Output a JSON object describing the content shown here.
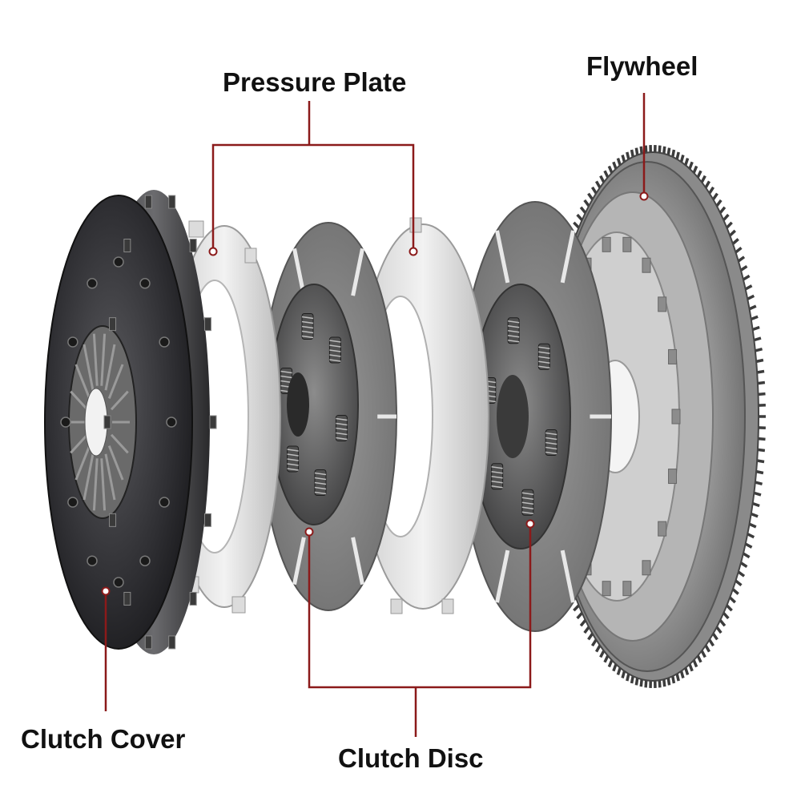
{
  "labels": {
    "pressure_plate": "Pressure Plate",
    "flywheel": "Flywheel",
    "clutch_cover": "Clutch Cover",
    "clutch_disc": "Clutch Disc"
  },
  "colors": {
    "leader_line": "#8b1a1a",
    "label_text": "#111111",
    "metal_dark": "#2e2e30",
    "metal_light": "#dcdcdc",
    "friction_gray": "#8a8a8a",
    "background": "#ffffff"
  }
}
